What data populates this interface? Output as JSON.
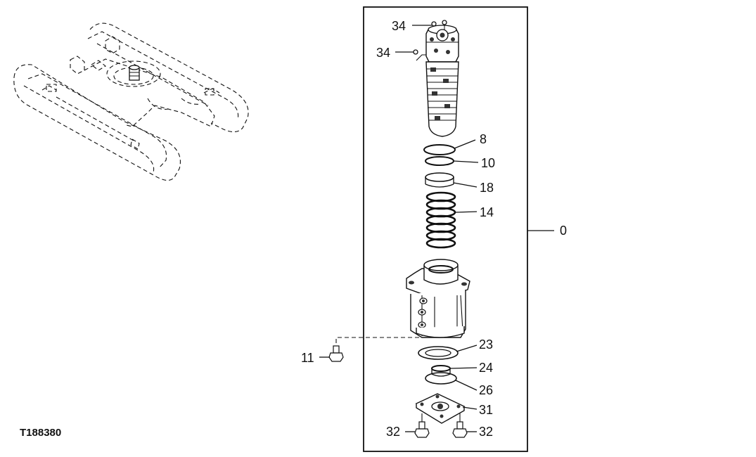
{
  "figure_code": "T188380",
  "callouts": {
    "c34a": "34",
    "c34b": "34",
    "c8": "8",
    "c10": "10",
    "c18": "18",
    "c14": "14",
    "c0": "0",
    "c11": "11",
    "c23": "23",
    "c24": "24",
    "c26": "26",
    "c31": "31",
    "c32a": "32",
    "c32b": "32"
  }
}
